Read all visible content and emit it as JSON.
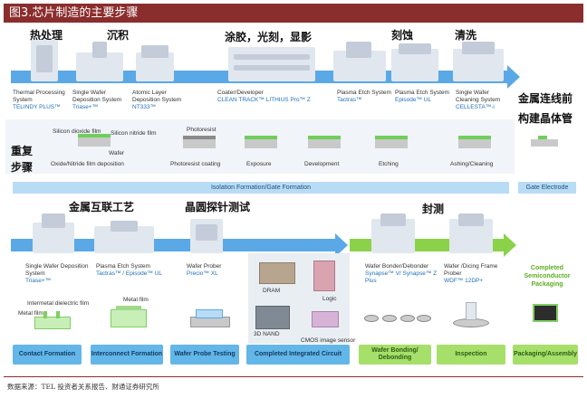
{
  "figure_title": "图3.芯片制造的主要步骤",
  "top_stages": {
    "heat": "热处理",
    "deposition": "沉积",
    "coat": "涂胶，光刻，显影",
    "etch": "刻蚀",
    "clean": "清洗",
    "pre_metal": "金属连线前构建晶体管"
  },
  "top_machines": [
    {
      "name": "Thermal Processing System",
      "product": "TELINDY PLUS™"
    },
    {
      "name": "Single Wafer Deposition System",
      "product": "Triase+™"
    },
    {
      "name": "Atomic Layer Deposition System",
      "product": "NT333™"
    },
    {
      "name": "Coater/Developer",
      "product": "CLEAN TRACK™ LITHIUS Pro™ Z"
    },
    {
      "name": "Plasma Etch System",
      "product": "Tactras™"
    },
    {
      "name": "Plasma Etch System",
      "product": "Episode™ UL"
    },
    {
      "name": "Single Wafer Cleaning System",
      "product": "CELLESTA™-i"
    }
  ],
  "repeat_label": "重复步骤",
  "wafer_labels": {
    "silicon_dioxide": "Silicon dioxide film",
    "silicon_nitride": "Silicon nitride film",
    "wafer": "Wafer",
    "photoresist": "Photoresist"
  },
  "process_steps": [
    "Oxide/Nitride film deposition",
    "Photoresist coating",
    "Exposure",
    "Development",
    "Etching",
    "Ashing/Cleaning"
  ],
  "isolation_band": "Isolation Formation/Gate Formation",
  "gate_electrode": "Gate Electrode",
  "bottom_stages": {
    "metal": "金属互联工艺",
    "probe": "晶圆探针测试",
    "packaging": "封测"
  },
  "bottom_machines": [
    {
      "name": "Single Wafer Deposition System",
      "product": "Triase+™"
    },
    {
      "name": "Plasma Etch System",
      "product": "Tactras™ / Episode™ UL"
    },
    {
      "name": "Wafer Prober",
      "product": "Precio™ XL"
    },
    {
      "name": "Wafer Bonder/Debonder",
      "product": "Synapse™ V/ Synapse™ Z Plus"
    },
    {
      "name": "Wafer /Dicing Frame Prober",
      "product": "WDF™ 12DP+"
    }
  ],
  "completed_semiconductor": "Completed Semiconductor Packaging",
  "bottom_labels": {
    "intermetal": "Intermetal dielectric film",
    "metal_film": "Metal film",
    "metal_film2": "Metal film",
    "dram": "DRAM",
    "logic": "Logic",
    "nand": "3D NAND",
    "cmos": "CMOS image sensor"
  },
  "bottom_boxes": [
    "Contact Formation",
    "Interconnect Formation",
    "Wafer Probe Testing",
    "Completed Integrated Circuit",
    "Wafer Bonding/ Debonding",
    "Inspection",
    "Packaging/Assembly"
  ],
  "source": "数据来源：TEL 投资者关系报告、财通证券研究所",
  "colors": {
    "title_bg": "#8b2d2d",
    "blue": "#5aa9e6",
    "green": "#8bd24a",
    "product_text": "#1f6fb8"
  }
}
